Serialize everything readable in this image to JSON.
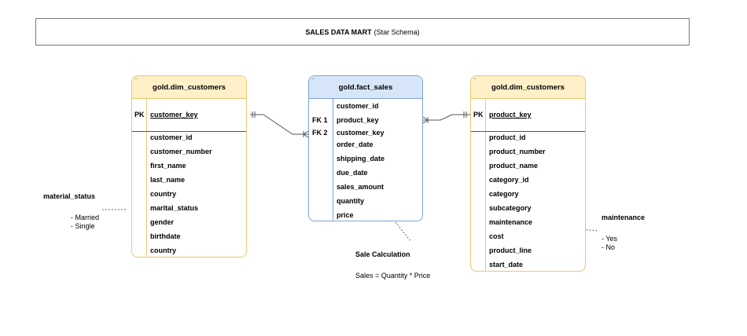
{
  "title": {
    "bold": "SALES DATA MART",
    "rest": "(Star Schema)"
  },
  "left_table": {
    "name": "gold.dim_customers",
    "pk_label": "PK",
    "pk_field": "customer_key",
    "fields": [
      "customer_id",
      "customer_number",
      "first_name",
      "last_name",
      "country",
      "marital_status",
      "gender",
      "birthdate",
      "country"
    ]
  },
  "fact_table": {
    "name": "gold.fact_sales",
    "fields": [
      "customer_id",
      "product_key",
      "customer_key",
      "order_date",
      "shipping_date",
      "due_date",
      "sales_amount",
      "quantity",
      "price"
    ],
    "fk1_label": "FK 1",
    "fk2_label": "FK 2"
  },
  "right_table": {
    "name": "gold.dim_customers",
    "pk_label": "PK",
    "pk_field": "product_key",
    "fields": [
      "product_id",
      "product_number",
      "product_name",
      "category_id",
      "category",
      "subcategory",
      "maintenance",
      "cost",
      "product_line",
      "start_date"
    ]
  },
  "notes": {
    "material_title": "material_status",
    "material_1": "- Married",
    "material_2": "- Single",
    "sales_title": "Sale Calculation",
    "sales_formula": "Sales = Quantity  * Price",
    "maint_title": "maintenance",
    "maint_1": "- Yes",
    "maint_2": "- No"
  }
}
